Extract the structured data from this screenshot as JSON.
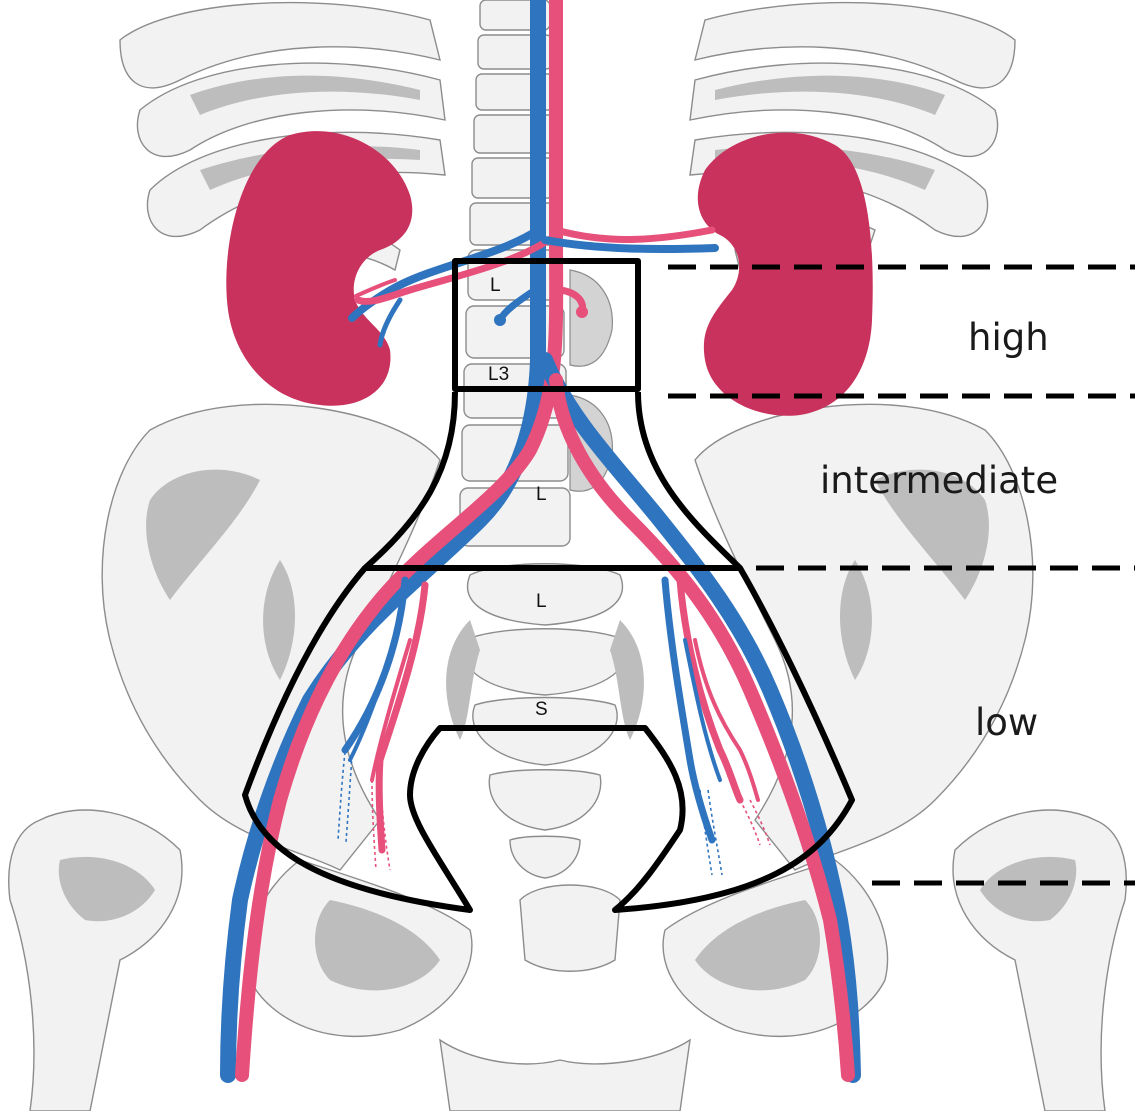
{
  "zones": {
    "high": "high",
    "intermediate": "intermediate",
    "low": "low"
  },
  "vertebrae": {
    "l_upper": "L",
    "l3": "L3",
    "l_middle": "L",
    "l_lower": "L",
    "s": "S"
  },
  "colors": {
    "artery": "#e6507a",
    "vein": "#2f74bf",
    "kidney": "#c8325c",
    "bone": "#f2f2f2",
    "bone_shadow": "#bdbdbd",
    "outline": "#000000"
  }
}
